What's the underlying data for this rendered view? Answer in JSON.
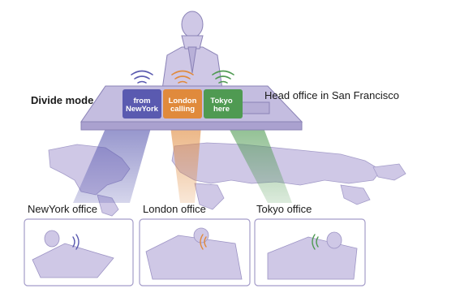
{
  "mode_label": "Divide mode",
  "head_office_label": "Head office in San Francisco",
  "channels": [
    {
      "id": "newyork",
      "line1": "from",
      "line2": "NewYork",
      "color": "#5a5ab0"
    },
    {
      "id": "london",
      "line1": "London",
      "line2": "calling",
      "color": "#e08a3c"
    },
    {
      "id": "tokyo",
      "line1": "Tokyo",
      "line2": "here",
      "color": "#4f9a52"
    }
  ],
  "offices": [
    {
      "label": "NewYork office",
      "color": "#5a5ab0"
    },
    {
      "label": "London office",
      "color": "#e08a3c"
    },
    {
      "label": "Tokyo office",
      "color": "#4f9a52"
    }
  ],
  "colors": {
    "lavender": "#cfc8e6",
    "lavender_dark": "#9c93c4",
    "outline": "#8a82b6",
    "newyork": "#5a5ab0",
    "london": "#e08a3c",
    "tokyo": "#4f9a52"
  },
  "icons": [
    "signal-waves-icon"
  ]
}
